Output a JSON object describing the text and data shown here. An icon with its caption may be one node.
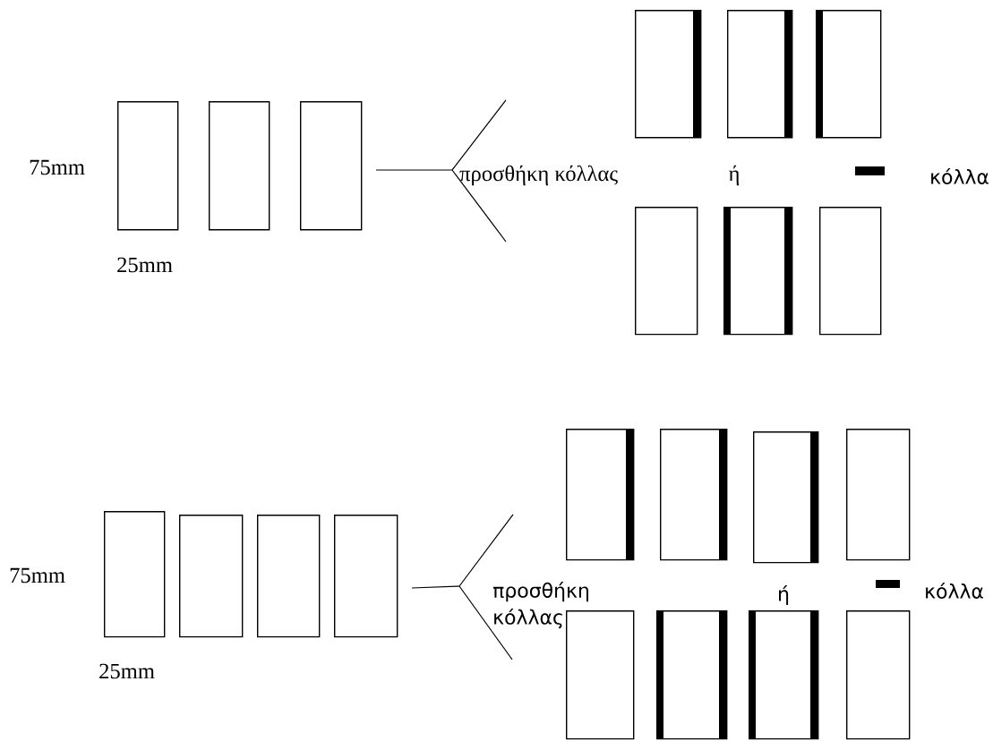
{
  "diagram": {
    "nodes": [
      {
        "text": [],
        "shape": "box"
      },
      {
        "text": [],
        "shape": "box"
      },
      {
        "text": [],
        "shape": "box"
      },
      {
        "text": [],
        "shape": "box"
      },
      {
        "text": [],
        "shape": "box"
      },
      {
        "text": [],
        "shape": "box"
      },
      {
        "text": [],
        "shape": "box"
      },
      {
        "text": [],
        "shape": "box"
      },
      {
        "text": [],
        "shape": "box"
      },
      {
        "text": [],
        "shape": "box"
      },
      {
        "text": [],
        "shape": "box"
      },
      {
        "text": [],
        "shape": "box"
      },
      {
        "text": [],
        "shape": "box"
      },
      {
        "text": [],
        "shape": "box"
      },
      {
        "text": [],
        "shape": "box"
      },
      {
        "text": [],
        "shape": "box"
      },
      {
        "text": [],
        "shape": "box"
      },
      {
        "text": [],
        "shape": "box"
      },
      {
        "text": [],
        "shape": "box"
      },
      {
        "text": [],
        "shape": "box"
      },
      {
        "text": [],
        "shape": "box"
      }
    ],
    "labels": [
      "75mm",
      "προσθήκη κόλλας",
      "ή",
      "25mm",
      "75mm",
      "προσθήκη κόλλας",
      "ή",
      "25mm"
    ],
    "legend": [
      {
        "text": "κόλλα",
        "color": "#000000"
      },
      {
        "text": "κόλλα",
        "color": "#000000"
      }
    ]
  }
}
